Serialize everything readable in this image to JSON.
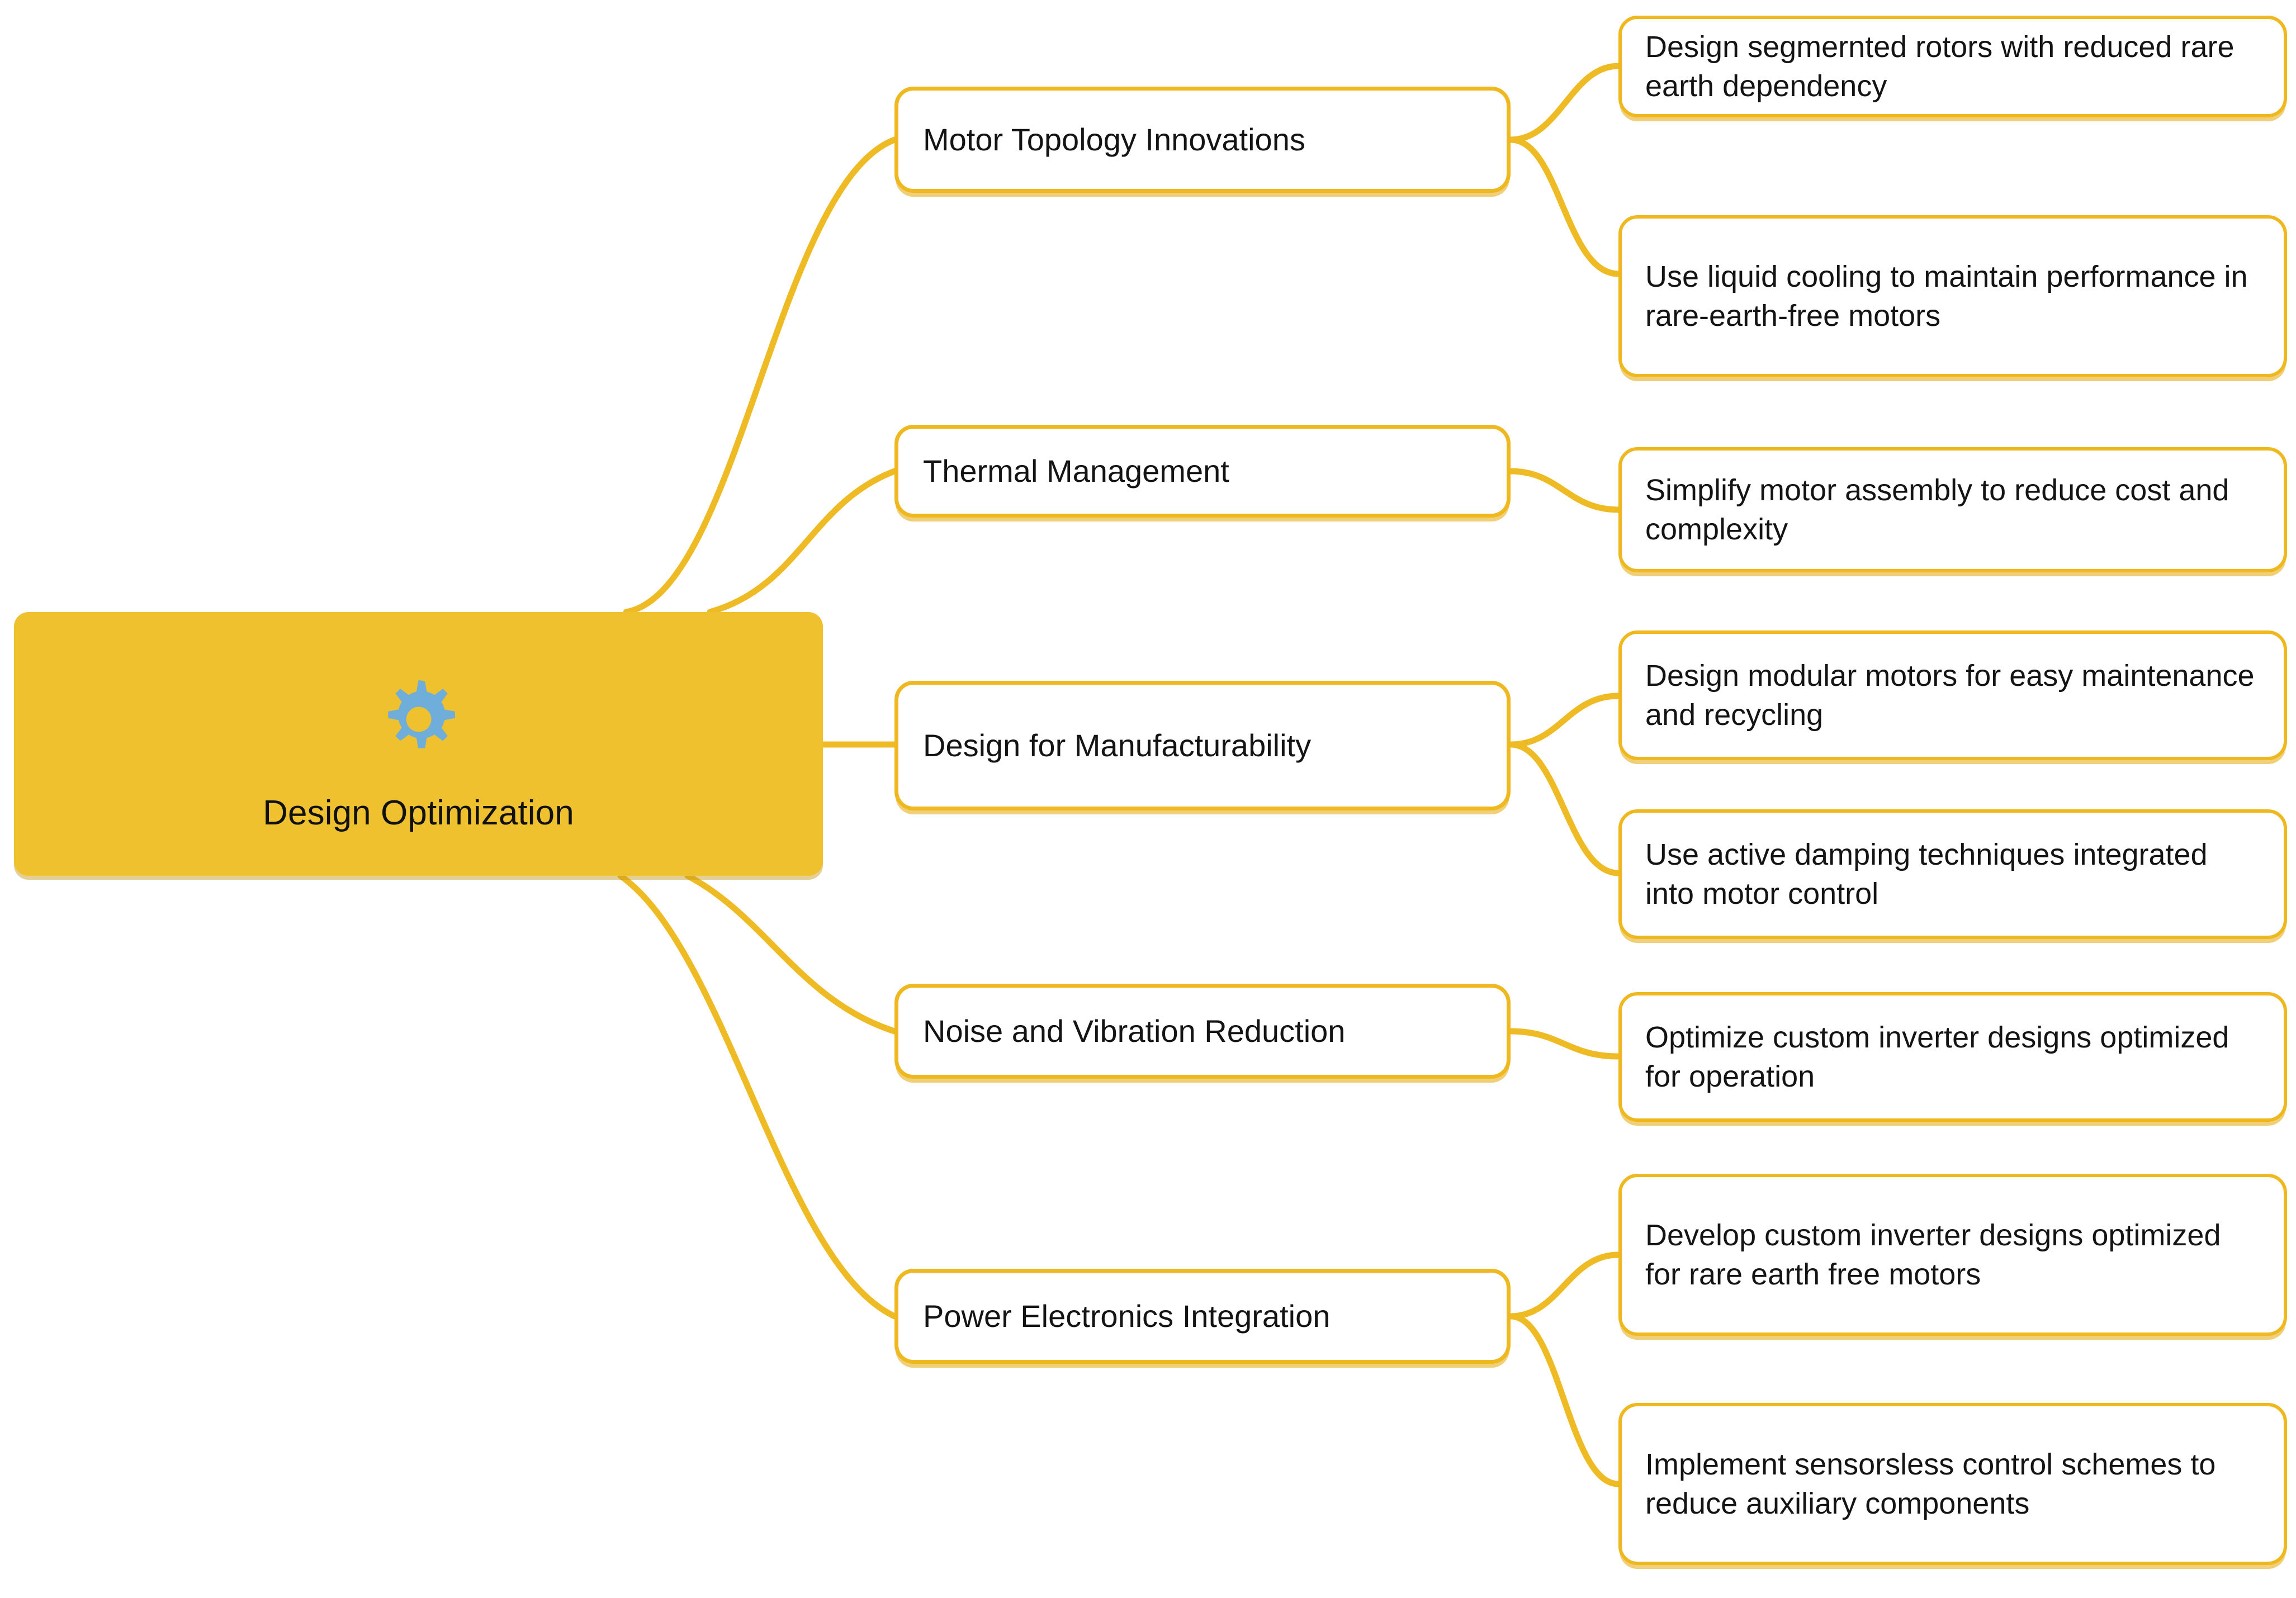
{
  "root": {
    "label": "Design Optimization",
    "icon": "gear-icon",
    "fill": "#EFC12F",
    "text_color": "#111111",
    "icon_color": "#6FADDB"
  },
  "theme": {
    "accent": "#EFB81F",
    "node_fill": "#FFFFFF",
    "link_color": "#EFBB24",
    "background": "#FFFFFF"
  },
  "branches": [
    {
      "label": "Motor Topology Innovations",
      "leaves": [
        {
          "label": "Design segmernted rotors with reduced rare earth dependency"
        },
        {
          "label": "Use liquid cooling to maintain performance in rare-earth-free motors"
        }
      ]
    },
    {
      "label": "Thermal Management",
      "leaves": [
        {
          "label": "Simplify motor assembly to reduce cost and complexity"
        }
      ]
    },
    {
      "label": "Design for Manufacturability",
      "leaves": [
        {
          "label": "Design modular motors for easy maintenance and recycling"
        },
        {
          "label": "Use active damping techniques integrated into motor control"
        }
      ]
    },
    {
      "label": "Noise and Vibration Reduction",
      "leaves": [
        {
          "label": "Optimize custom inverter designs optimized for operation"
        }
      ]
    },
    {
      "label": "Power Electronics Integration",
      "leaves": [
        {
          "label": "Develop custom inverter designs optimized for rare earth free motors"
        },
        {
          "label": "Implement sensorsless control schemes to reduce auxiliary components"
        }
      ]
    }
  ]
}
